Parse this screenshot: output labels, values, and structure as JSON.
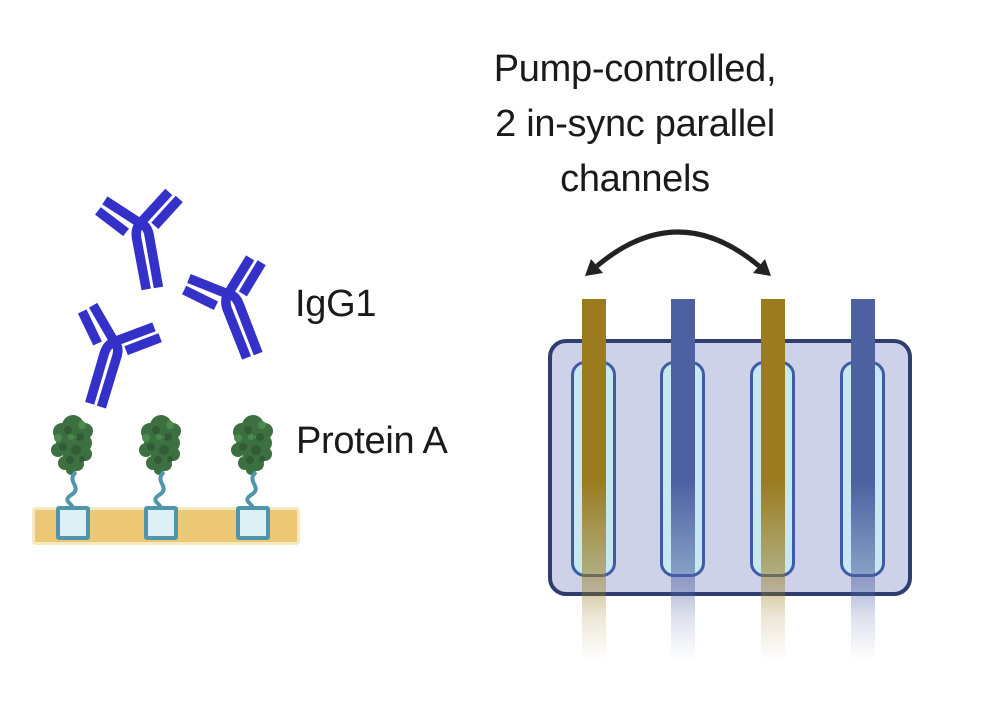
{
  "title": {
    "lines": [
      "Pump-controlled,",
      "2 in-sync parallel",
      "channels"
    ]
  },
  "labels": {
    "antibody": "IgG1",
    "ligand": "Protein A"
  },
  "device": {
    "channels": [
      {
        "fluid": "gold"
      },
      {
        "fluid": "blue"
      },
      {
        "fluid": "gold"
      },
      {
        "fluid": "blue"
      }
    ]
  },
  "counts": {
    "antibodies": 3,
    "protein_a_units": 3
  },
  "palette": {
    "antibody_blue": "#3431C9",
    "protein_green": "#3C7040",
    "protein_green_dark": "#315C36",
    "protein_green_light": "#4C8A4E",
    "linker_teal": "#4F96AD",
    "anchor_fill": "#DDF0F6",
    "surface_tan": "#ECC874",
    "surface_tan_light": "#F6E9BF",
    "device_body": "#CDD2E8",
    "device_border": "#2F3E6F",
    "channel_fill": "#C7E8F1",
    "channel_border": "#3E5CA6",
    "tube_gold": "#9A7B1E",
    "tube_blue": "#4D60A0",
    "arrow_black": "#222222",
    "text_black": "#1A1A1A"
  }
}
